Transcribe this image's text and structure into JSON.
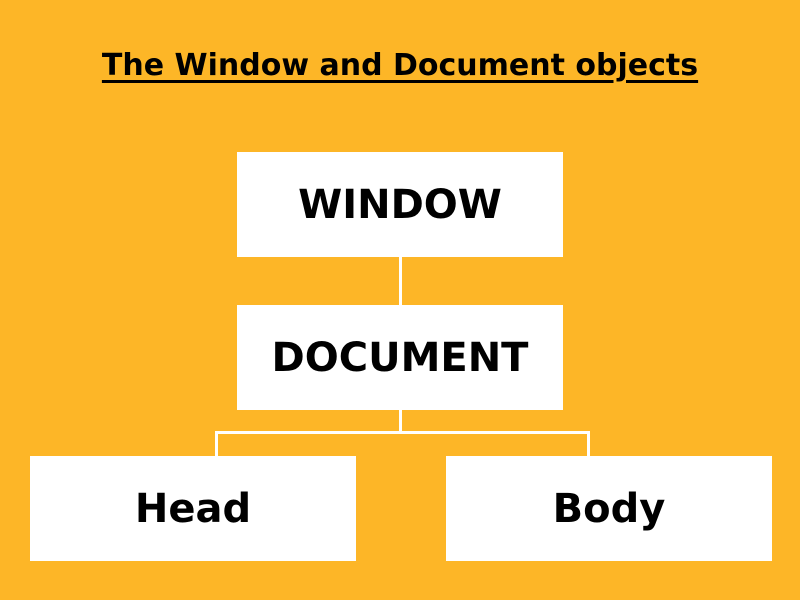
{
  "title": "The Window and Document objects",
  "nodes": {
    "window": "WINDOW",
    "document": "DOCUMENT",
    "head": "Head",
    "body": "Body"
  },
  "colors": {
    "background": "#FDB627",
    "box": "#FFFFFF",
    "connector": "#FFFFFF",
    "text": "#000000"
  }
}
